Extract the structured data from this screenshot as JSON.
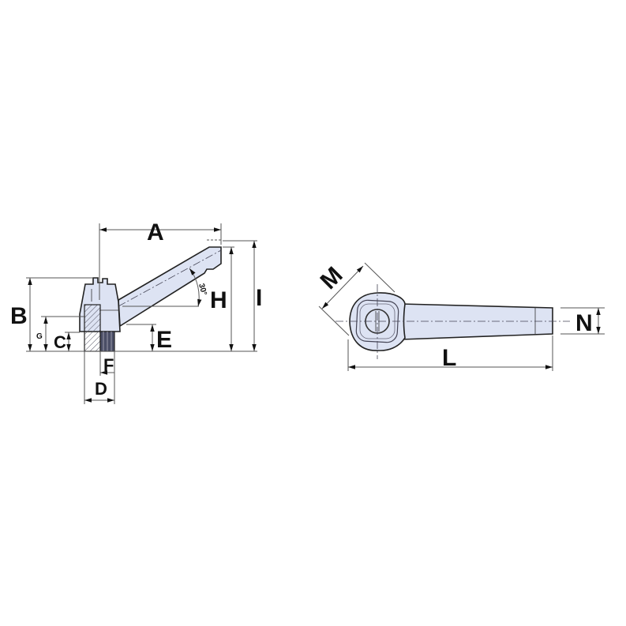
{
  "drawing": {
    "side_view": {
      "labels": {
        "A": "A",
        "B": "B",
        "C": "C",
        "D": "D",
        "E": "E",
        "F": "F",
        "G": "G",
        "H": "H",
        "I": "I",
        "angle": "30°"
      }
    },
    "top_view": {
      "labels": {
        "L": "L",
        "M": "M",
        "N": "N"
      }
    },
    "colors": {
      "part_fill": "#dde3f3",
      "outline": "#222222",
      "dimension": "#555555"
    }
  }
}
